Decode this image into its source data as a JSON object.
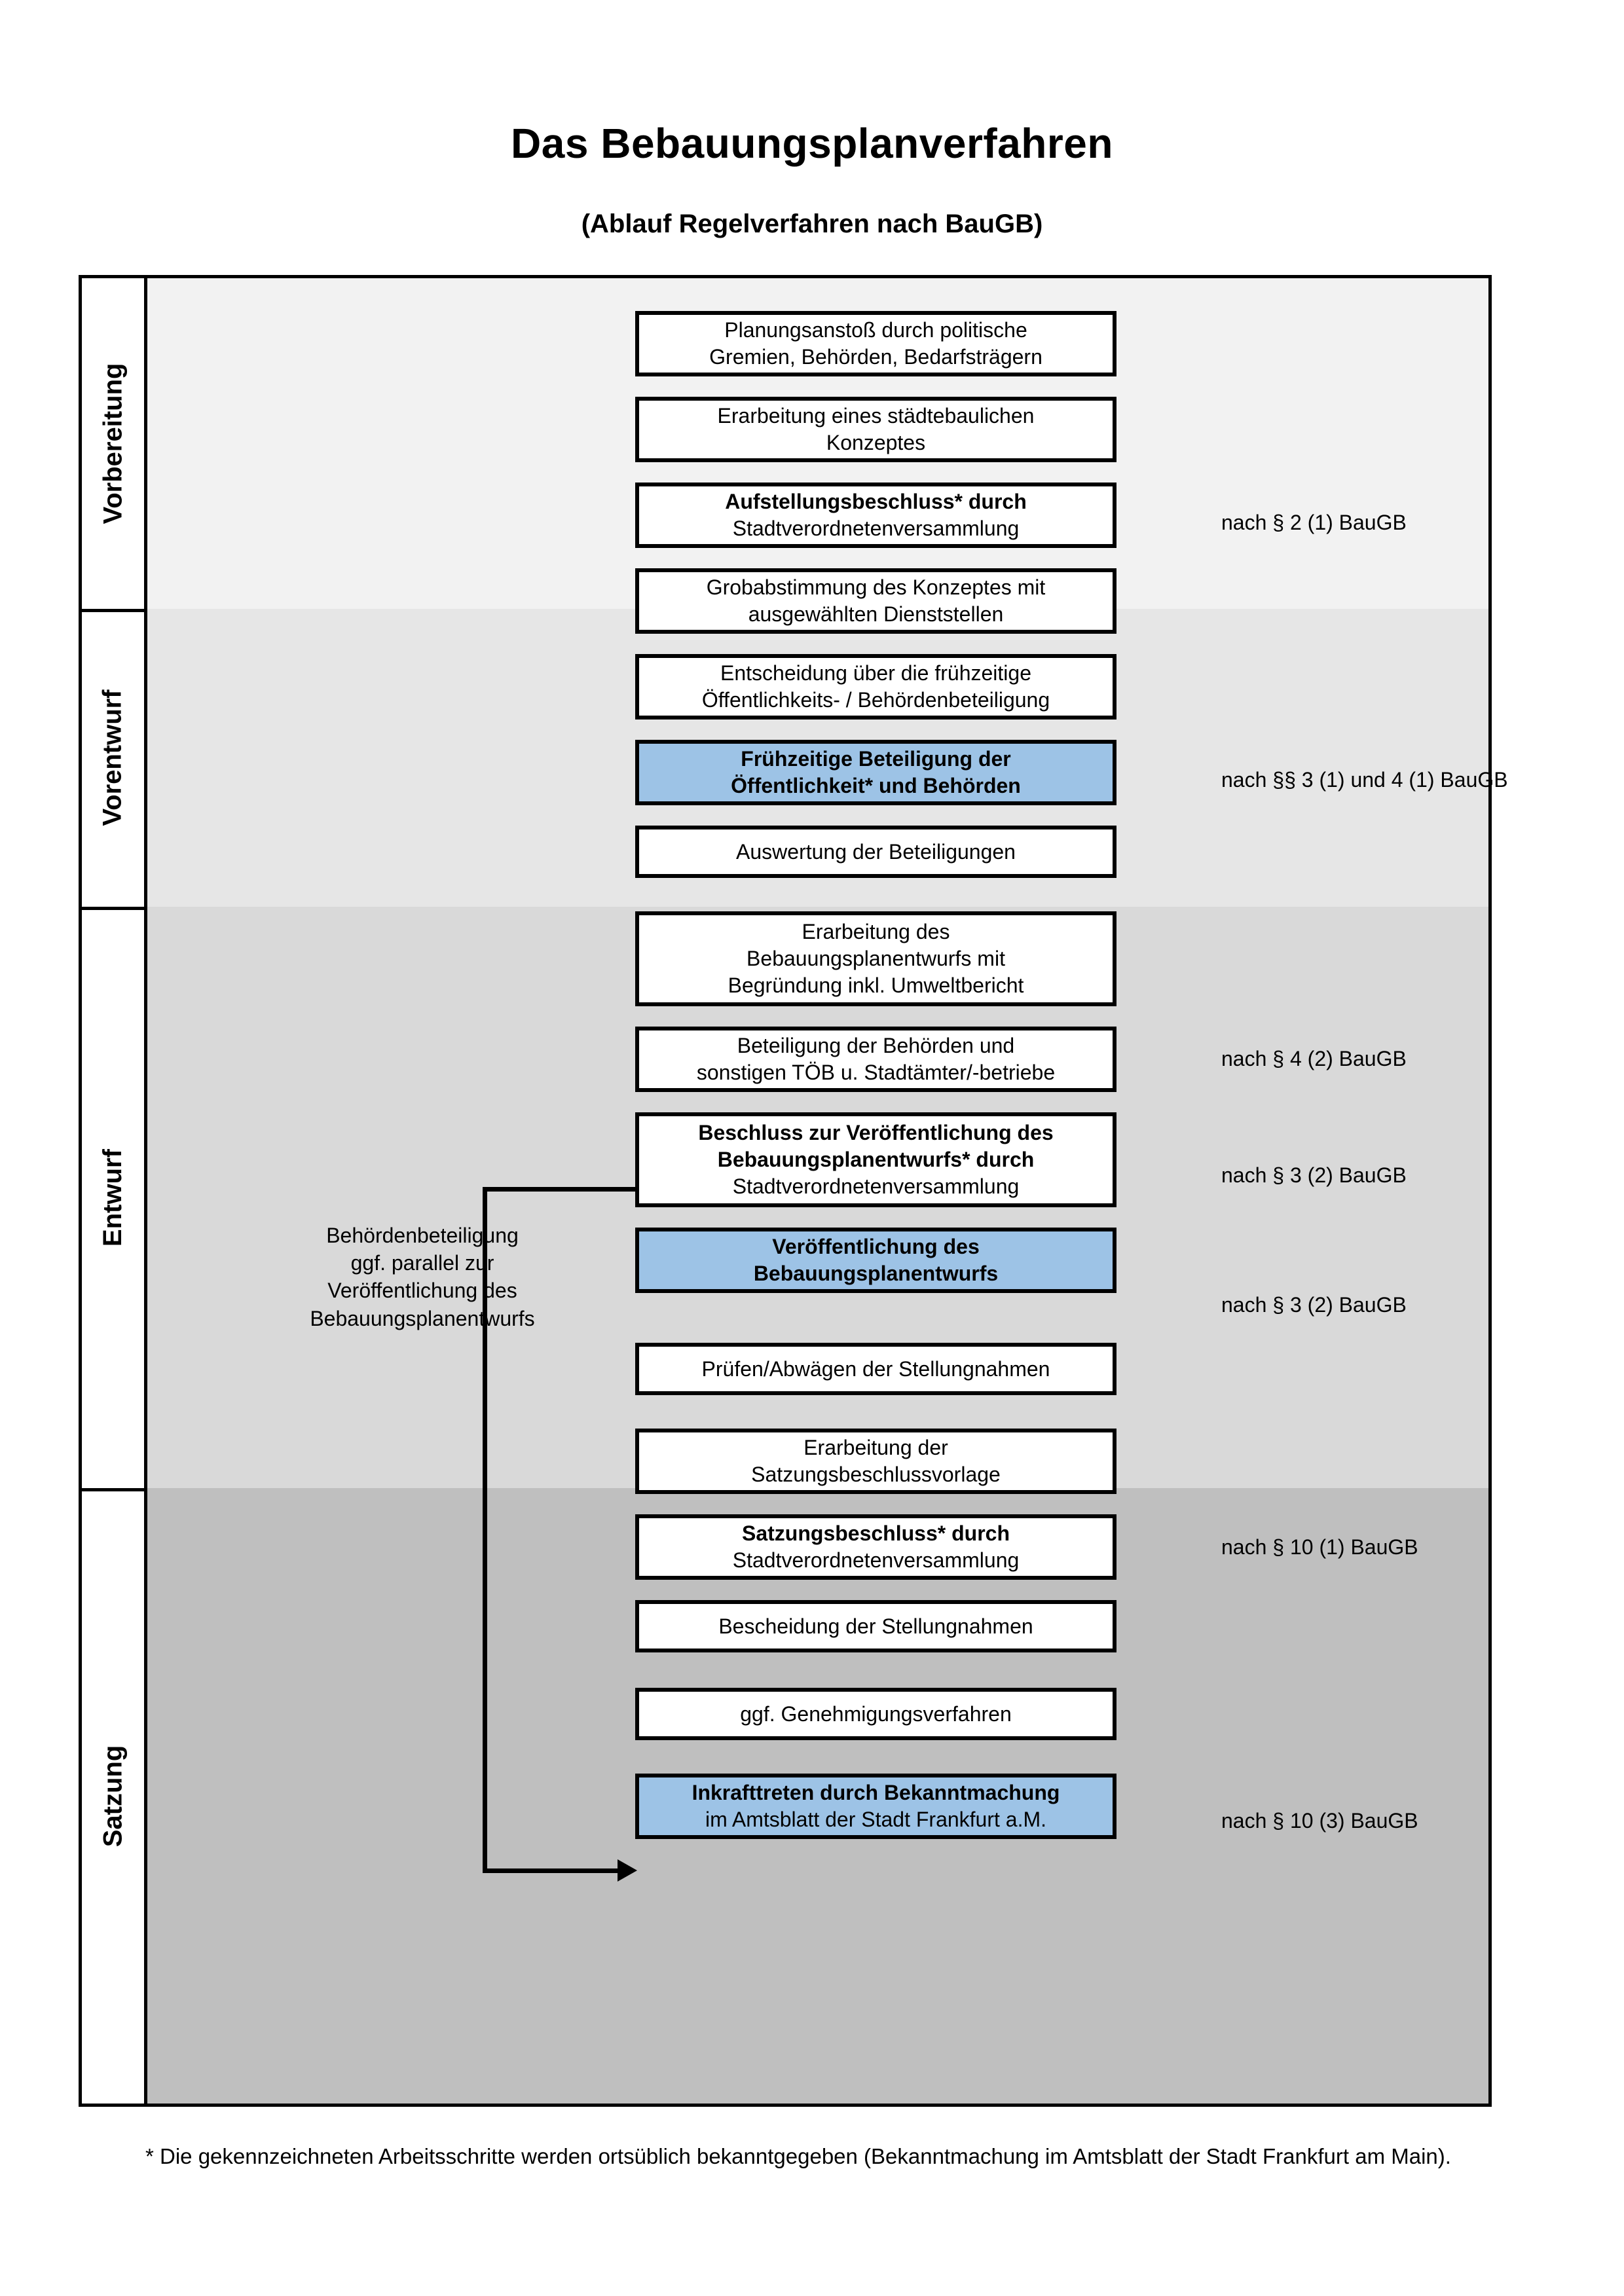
{
  "header": {
    "title": "Das Bebauungsplanverfahren",
    "subtitle": "(Ablauf Regelverfahren nach BauGB)"
  },
  "phases": [
    {
      "label": "Vorbereitung",
      "fill": "#F2F2F2"
    },
    {
      "label": "Vorentwurf",
      "fill": "#E6E6E6"
    },
    {
      "label": "Entwurf",
      "fill": "#D9D9D9"
    },
    {
      "label": "Satzung",
      "fill": "#BFBFBF"
    }
  ],
  "steps": [
    {
      "id": "planungsanstoss",
      "line1": "Planungsanstoß durch politische",
      "line2": "Gremien, Behörden, Bedarfsträgern",
      "bold": "",
      "highlight": false
    },
    {
      "id": "konzept",
      "line1": "Erarbeitung eines städtebaulichen",
      "line2": "Konzeptes",
      "bold": "",
      "highlight": false
    },
    {
      "id": "aufstellungsbeschluss",
      "line1": "Aufstellungsbeschluss* durch",
      "line2": "Stadtverordnetenversammlung",
      "bold": "Aufstellungsbeschluss*",
      "highlight": false
    },
    {
      "id": "grobabstimmung",
      "line1": "Grobabstimmung des Konzeptes mit",
      "line2": "ausgewählten Dienststellen",
      "bold": "",
      "highlight": false
    },
    {
      "id": "entscheidung-frueh",
      "line1": "Entscheidung über die frühzeitige",
      "line2": "Öffentlichkeits- / Behördenbeteiligung",
      "bold": "",
      "highlight": false
    },
    {
      "id": "fruehzeitige-beteiligung",
      "line1": "Frühzeitige Beteiligung der",
      "line2": "Öffentlichkeit* und Behörden",
      "bold": "all",
      "highlight": true
    },
    {
      "id": "auswertung",
      "line1": "Auswertung der Beteiligungen",
      "line2": "",
      "bold": "",
      "highlight": false
    },
    {
      "id": "erarbeitung-entwurf",
      "line1": "Erarbeitung des",
      "line2": "Bebauungsplanentwurfs mit",
      "line3": "Begründung inkl. Umweltbericht",
      "bold": "",
      "highlight": false
    },
    {
      "id": "beteiligung-behoerden",
      "line1": "Beteiligung der Behörden und",
      "line2": "sonstigen TÖB u. Stadtämter/-betriebe",
      "bold": "",
      "highlight": false
    },
    {
      "id": "beschluss-veroeffentlichung",
      "line1": "Beschluss zur Veröffentlichung des",
      "line2": "Bebauungsplanentwurfs* durch",
      "line3": "Stadtverordnetenversammlung",
      "bold": "Beschluss zur Veröffentlichung des Bebauungsplanentwurfs*",
      "highlight": false
    },
    {
      "id": "veroeffentlichung",
      "line1": "Veröffentlichung des",
      "line2": "Bebauungsplanentwurfs",
      "bold": "all",
      "highlight": true
    },
    {
      "id": "pruefen-abwaegen",
      "line1": "Prüfen/Abwägen der Stellungnahmen",
      "line2": "",
      "bold": "",
      "highlight": false
    },
    {
      "id": "satzungsbeschlussvorlage",
      "line1": "Erarbeitung der",
      "line2": "Satzungsbeschlussvorlage",
      "bold": "",
      "highlight": false
    },
    {
      "id": "satzungsbeschluss",
      "line1": "Satzungsbeschluss* durch",
      "line2": "Stadtverordnetenversammlung",
      "bold": "Satzungsbeschluss*",
      "highlight": false
    },
    {
      "id": "bescheidung",
      "line1": "Bescheidung der Stellungnahmen",
      "line2": "",
      "bold": "",
      "highlight": false
    },
    {
      "id": "genehmigungsverfahren",
      "line1": "ggf. Genehmigungsverfahren",
      "line2": "",
      "bold": "",
      "highlight": false
    },
    {
      "id": "inkrafttreten",
      "line1": "Inkrafttreten durch Bekanntmachung",
      "line2": "im Amtsblatt der Stadt Frankfurt a.M.",
      "bold": "Inkrafttreten",
      "highlight": true
    }
  ],
  "legal_notes": [
    {
      "id": "note-par2-1",
      "text": "nach § 2 (1) BauGB"
    },
    {
      "id": "note-par3-1-4-1",
      "text": "nach §§ 3 (1) und 4 (1) BauGB"
    },
    {
      "id": "note-par4-2",
      "text": "nach § 4 (2) BauGB"
    },
    {
      "id": "note-par3-2-a",
      "text": "nach § 3 (2) BauGB"
    },
    {
      "id": "note-par3-2-b",
      "text": "nach § 3 (2) BauGB"
    },
    {
      "id": "note-par10-1",
      "text": "nach § 10 (1) BauGB"
    },
    {
      "id": "note-par10-3",
      "text": "nach § 10 (3) BauGB"
    }
  ],
  "sidenote": {
    "line1": "Behördenbeteiligung",
    "line2": "ggf. parallel zur",
    "line3": "Veröffentlichung des",
    "line4": "Bebauungsplanentwurfs"
  },
  "footnote": {
    "text": "* Die gekennzeichneten Arbeitsschritte werden ortsüblich bekanntgegeben (Bekanntmachung im Amtsblatt  der Stadt Frankfurt am Main)."
  },
  "colors": {
    "highlight_blue": "#9DC3E6",
    "box_border": "#000000",
    "band1": "#F2F2F2",
    "band2": "#E6E6E6",
    "band3": "#D9D9D9",
    "band4": "#BFBFBF"
  }
}
